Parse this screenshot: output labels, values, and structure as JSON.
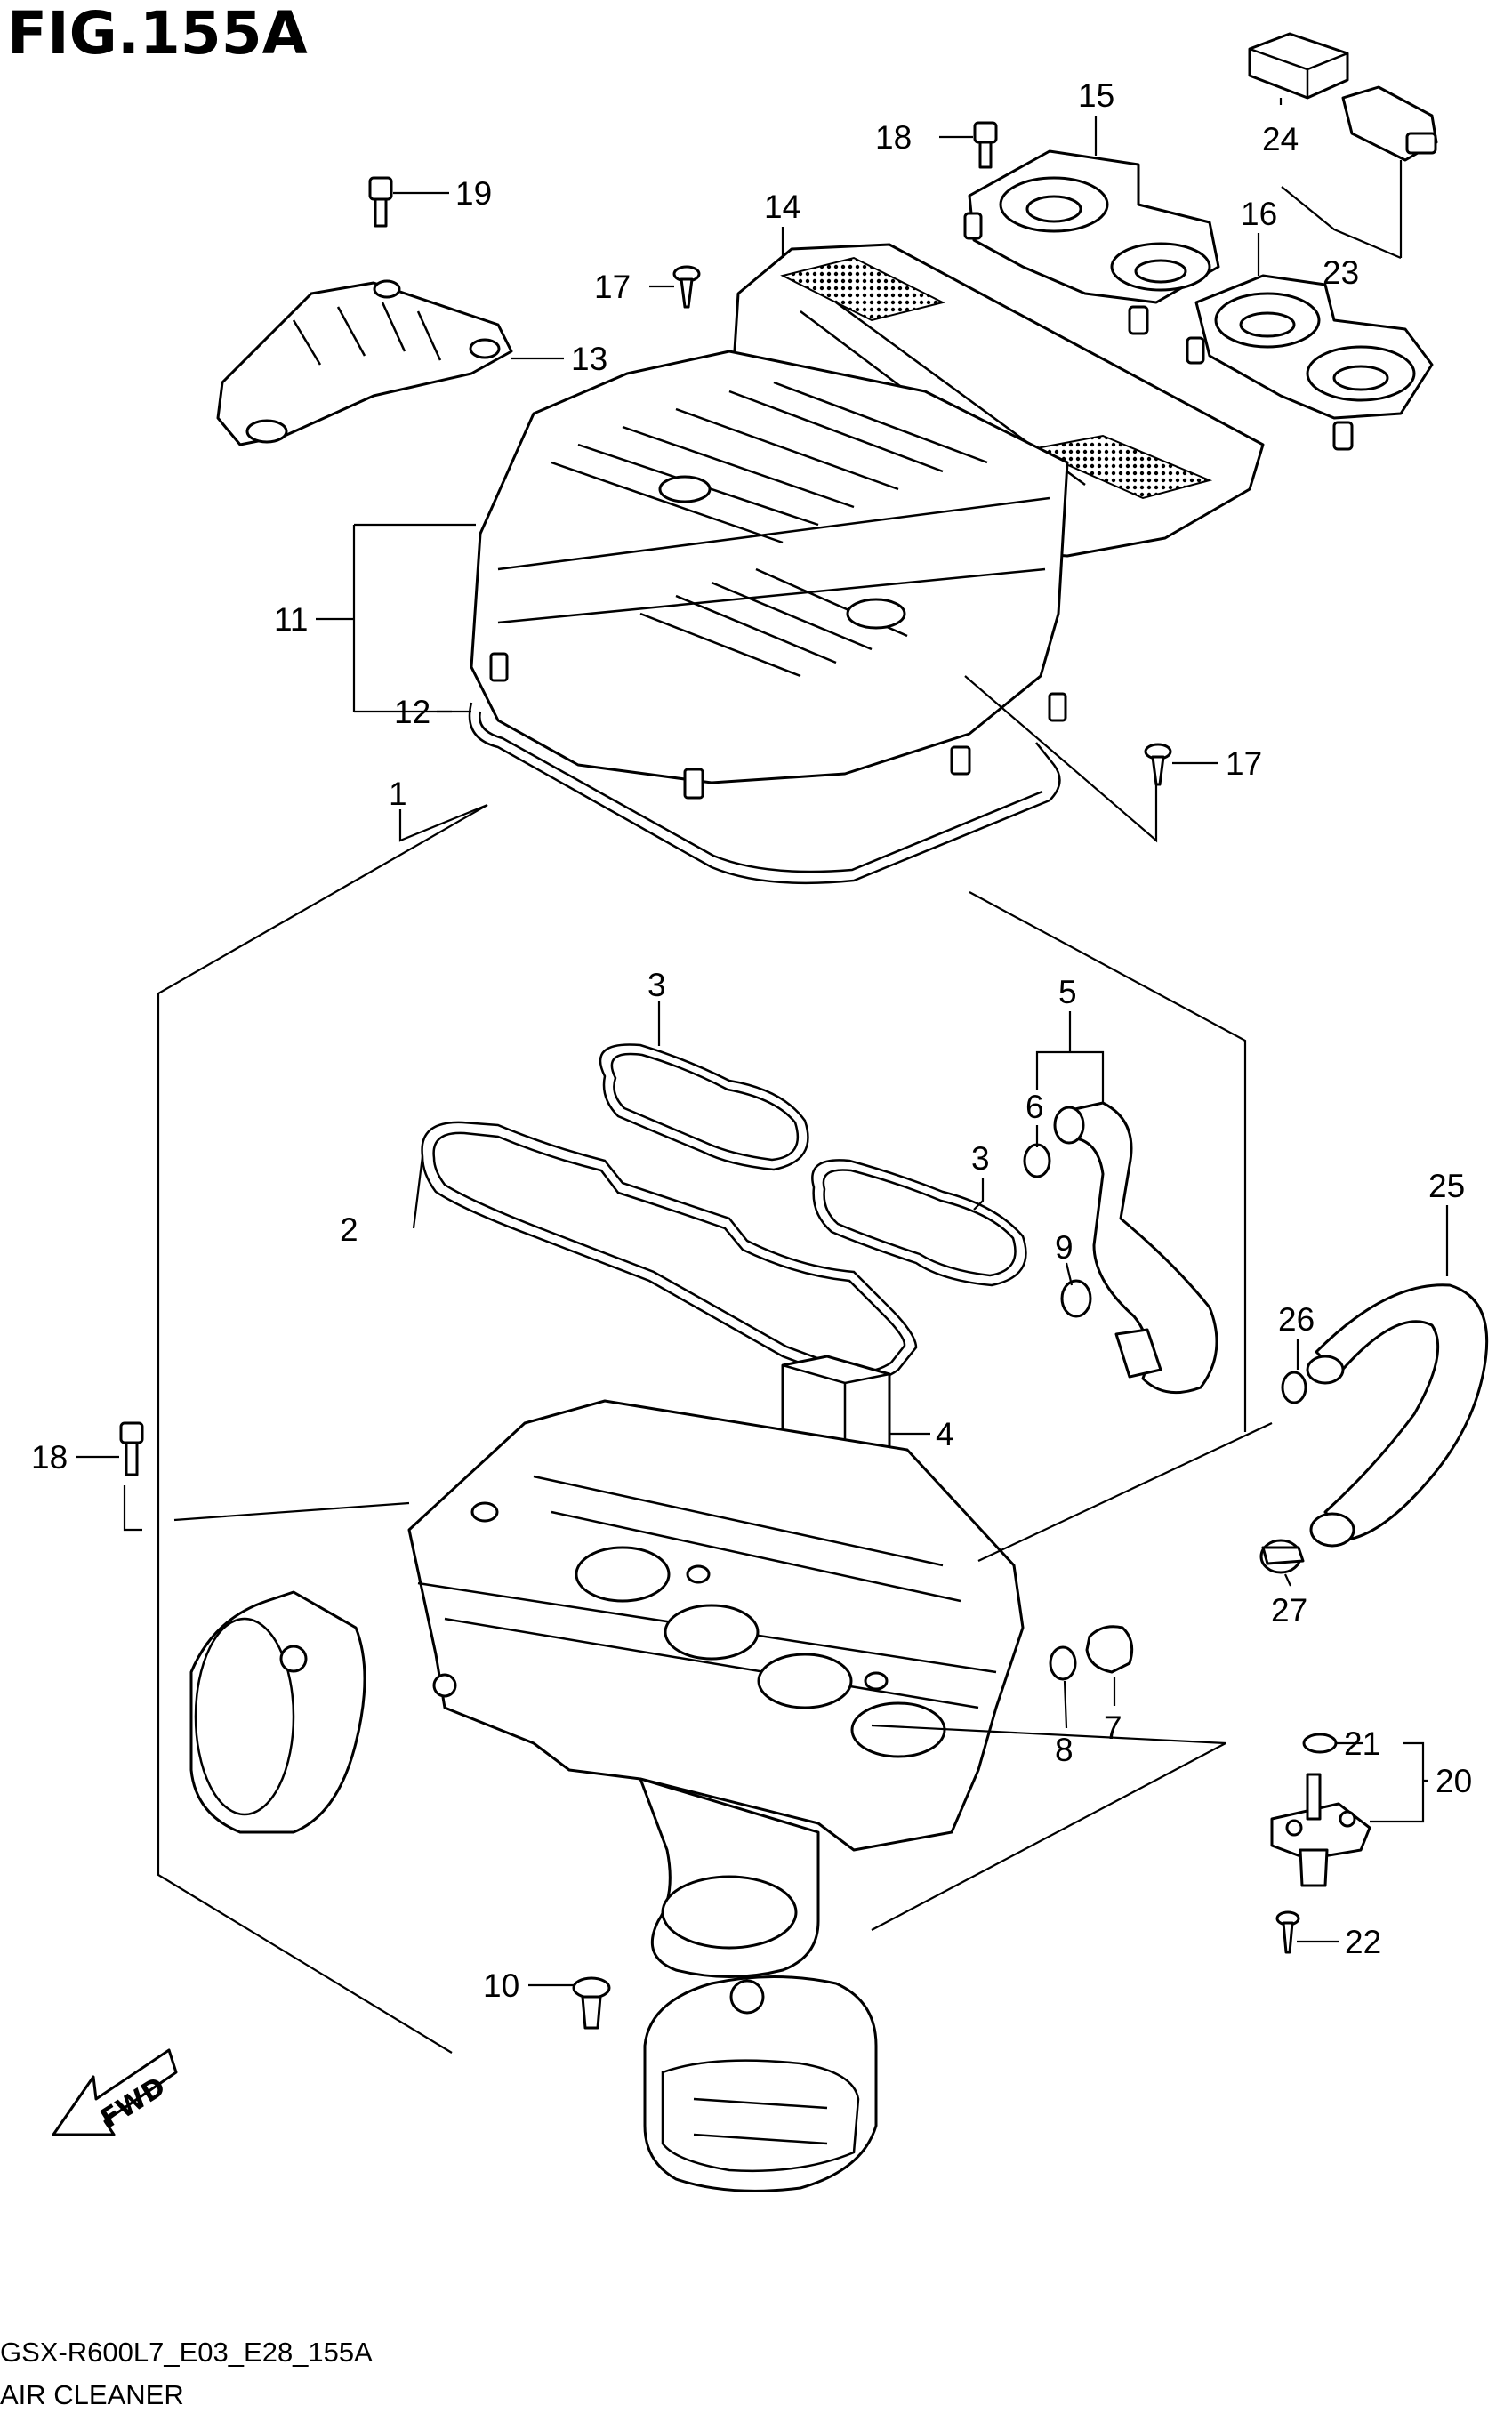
{
  "figure": {
    "title": "FIG.155A",
    "model_code": "GSX-R600L7_E03_E28_155A",
    "name": "AIR CLEANER",
    "direction_label": "FWD"
  },
  "callouts": [
    {
      "id": "c1",
      "label": "1"
    },
    {
      "id": "c2",
      "label": "2"
    },
    {
      "id": "c3a",
      "label": "3"
    },
    {
      "id": "c3b",
      "label": "3"
    },
    {
      "id": "c4",
      "label": "4"
    },
    {
      "id": "c5",
      "label": "5"
    },
    {
      "id": "c6",
      "label": "6"
    },
    {
      "id": "c7",
      "label": "7"
    },
    {
      "id": "c8",
      "label": "8"
    },
    {
      "id": "c9",
      "label": "9"
    },
    {
      "id": "c10",
      "label": "10"
    },
    {
      "id": "c11",
      "label": "11"
    },
    {
      "id": "c12",
      "label": "12"
    },
    {
      "id": "c13",
      "label": "13"
    },
    {
      "id": "c14",
      "label": "14"
    },
    {
      "id": "c15",
      "label": "15"
    },
    {
      "id": "c16",
      "label": "16"
    },
    {
      "id": "c17a",
      "label": "17"
    },
    {
      "id": "c17b",
      "label": "17"
    },
    {
      "id": "c18a",
      "label": "18"
    },
    {
      "id": "c18b",
      "label": "18"
    },
    {
      "id": "c19",
      "label": "19"
    },
    {
      "id": "c20",
      "label": "20"
    },
    {
      "id": "c21",
      "label": "21"
    },
    {
      "id": "c22",
      "label": "22"
    },
    {
      "id": "c23",
      "label": "23"
    },
    {
      "id": "c24",
      "label": "24"
    },
    {
      "id": "c25",
      "label": "25"
    },
    {
      "id": "c26",
      "label": "26"
    },
    {
      "id": "c27",
      "label": "27"
    }
  ]
}
